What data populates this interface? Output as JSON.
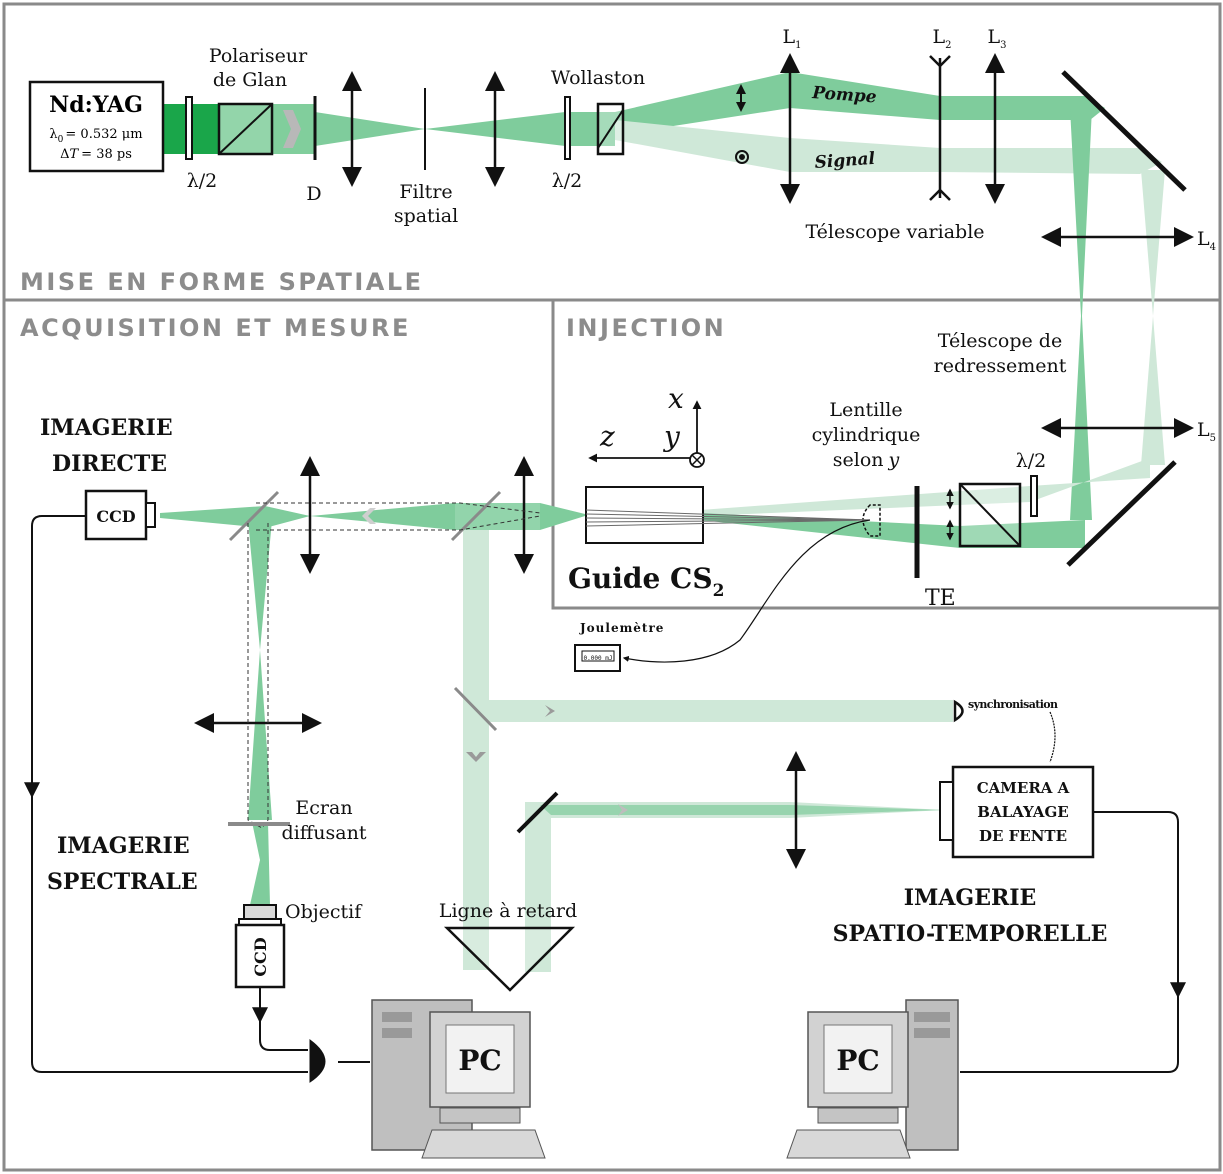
{
  "sections": {
    "spatial": "MISE EN FORME SPATIALE",
    "acquisition": "ACQUISITION ET MESURE",
    "injection": "INJECTION"
  },
  "laser": {
    "name": "Nd:YAG",
    "lambda_label": "λ",
    "lambda_sub": "0",
    "lambda_value": "= 0.532 μm",
    "delta_label": "Δ",
    "delta_var": "T",
    "delta_value": "= 38 ps"
  },
  "components": {
    "glan_line1": "Polariseur",
    "glan_line2": "de Glan",
    "half_wave_1": "λ/2",
    "diaphragm": "D",
    "filter_line1": "Filtre",
    "filter_line2": "spatial",
    "half_wave_2": "λ/2",
    "wollaston": "Wollaston",
    "L1": "L",
    "L1_sub": "1",
    "L2": "L",
    "L2_sub": "2",
    "L3": "L",
    "L3_sub": "3",
    "L4": "L",
    "L4_sub": "4",
    "L5": "L",
    "L5_sub": "5",
    "variable_telescope": "Télescope variable",
    "straight_telescope_line1": "Télescope de",
    "straight_telescope_line2": "redressement",
    "cyl_lens_line1": "Lentille",
    "cyl_lens_line2": "cylindrique",
    "cyl_lens_line3": "selon",
    "cyl_lens_var": "y",
    "half_wave_3": "λ/2",
    "te": "TE",
    "guide_label": "Guide CS",
    "guide_sub": "2",
    "axis_x": "x",
    "axis_y": "y",
    "axis_z": "z",
    "joulemeter": "Joulemètre",
    "joulemeter_display": "0.000 mJ",
    "sync": "synchronisation",
    "streak_line1": "CAMERA A",
    "streak_line2": "BALAYAGE",
    "streak_line3": "DE FENTE",
    "ccd": "CCD",
    "screen_line1": "Ecran",
    "screen_line2": "diffusant",
    "objective": "Objectif",
    "delay_line": "Ligne à retard",
    "pc": "PC"
  },
  "beams": {
    "pump": "Pompe",
    "signal": "Signal"
  },
  "imaging": {
    "direct_line1": "IMAGERIE",
    "direct_line2": "DIRECTE",
    "spectral_line1": "IMAGERIE",
    "spectral_line2": "SPECTRALE",
    "spatio_line1": "IMAGERIE",
    "spatio_line2": "SPATIO-TEMPORELLE"
  },
  "colors": {
    "pump_beam": "#7fcc9c",
    "signal_beam": "#cfe8d8",
    "laser_green": "#1aa64a",
    "frame_gray": "#8a8a8a",
    "section_text": "#8c8c8c"
  }
}
